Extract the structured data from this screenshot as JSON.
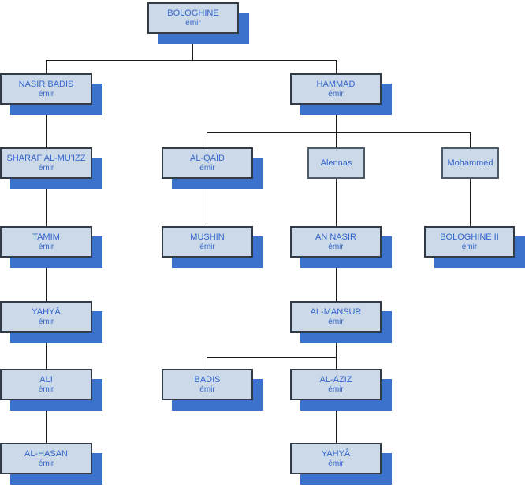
{
  "diagram_type": "family-tree-org-chart",
  "colors": {
    "box_fill": "#ccd9e8",
    "box_border_dark": "#333c46",
    "box_border_gray": "#4d5a68",
    "shadow_blue": "#3b73cc",
    "text_blue": "#3366cc",
    "line_color": "#1a1a1a",
    "background": "#ffffff"
  },
  "nodes": {
    "bologhine": {
      "name": "BOLOGHINE",
      "title": "émir"
    },
    "nasir_badis": {
      "name": "NASIR BADIS",
      "title": "émir"
    },
    "hammad": {
      "name": "HAMMAD",
      "title": "émir"
    },
    "sharaf": {
      "name": "SHARAF AL-MU'IZZ",
      "title": "émir"
    },
    "al_qaid": {
      "name": "AL-QAÏD",
      "title": "émir"
    },
    "alennas": {
      "name": "Alennas"
    },
    "mohammed": {
      "name": "Mohammed"
    },
    "tamim": {
      "name": "TAMIM",
      "title": "émir"
    },
    "mushin": {
      "name": "MUSHIN",
      "title": "émir"
    },
    "an_nasir": {
      "name": "AN NASIR",
      "title": "émir"
    },
    "bologhine2": {
      "name": "BOLOGHINE II",
      "title": "émir"
    },
    "yahya1": {
      "name": "YAHYÂ",
      "title": "émir"
    },
    "al_mansur": {
      "name": "AL-MANSUR",
      "title": "émir"
    },
    "ali": {
      "name": "ALI",
      "title": "émir"
    },
    "badis": {
      "name": "BADIS",
      "title": "émir"
    },
    "al_aziz": {
      "name": "AL-AZIZ",
      "title": "émir"
    },
    "al_hasan": {
      "name": "AL-HASAN",
      "title": "émir"
    },
    "yahya2": {
      "name": "YAHYÂ",
      "title": "émir"
    }
  }
}
